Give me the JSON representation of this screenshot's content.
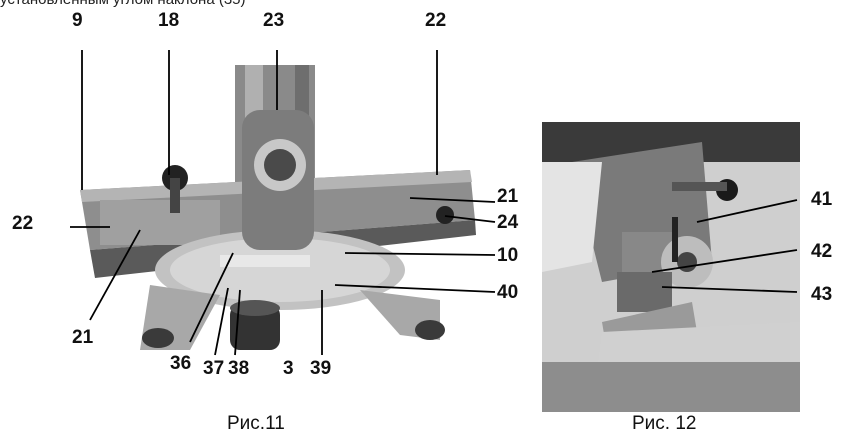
{
  "header_fragment": "установленным углом наклона (35)",
  "figure11": {
    "caption": "Рис.11",
    "callouts": {
      "n9": "9",
      "n18": "18",
      "n23": "23",
      "n22_top": "22",
      "n22_left": "22",
      "n21_right": "21",
      "n24": "24",
      "n10": "10",
      "n40": "40",
      "n21_bottom": "21",
      "n36": "36",
      "n37": "37",
      "n38": "38",
      "n3": "3",
      "n39": "39"
    }
  },
  "figure12": {
    "caption": "Рис. 12",
    "callouts": {
      "n41": "41",
      "n42": "42",
      "n43": "43"
    }
  }
}
